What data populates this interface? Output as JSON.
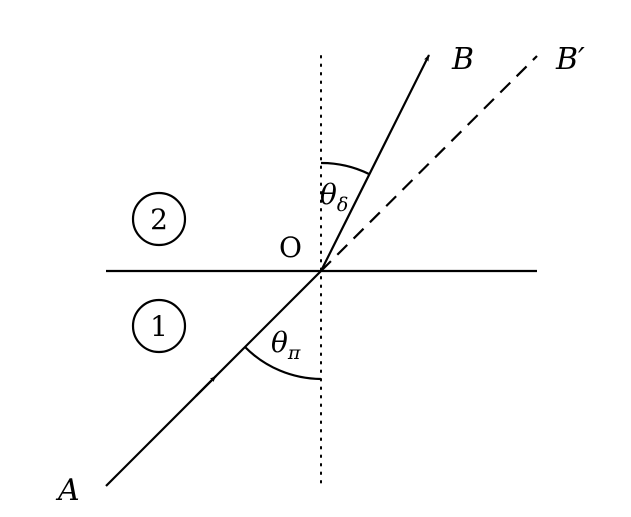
{
  "labels": {
    "point_a": "A",
    "point_b": "B",
    "point_b_prime": "B′",
    "origin": "O",
    "medium_2": "2",
    "medium_1": "1",
    "angle_refraction_symbol": "θ",
    "angle_refraction_subscript": "δ",
    "angle_incidence_symbol": "θ",
    "angle_incidence_subscript": "π"
  },
  "colors": {
    "stroke": "#000000",
    "background": "#ffffff"
  }
}
